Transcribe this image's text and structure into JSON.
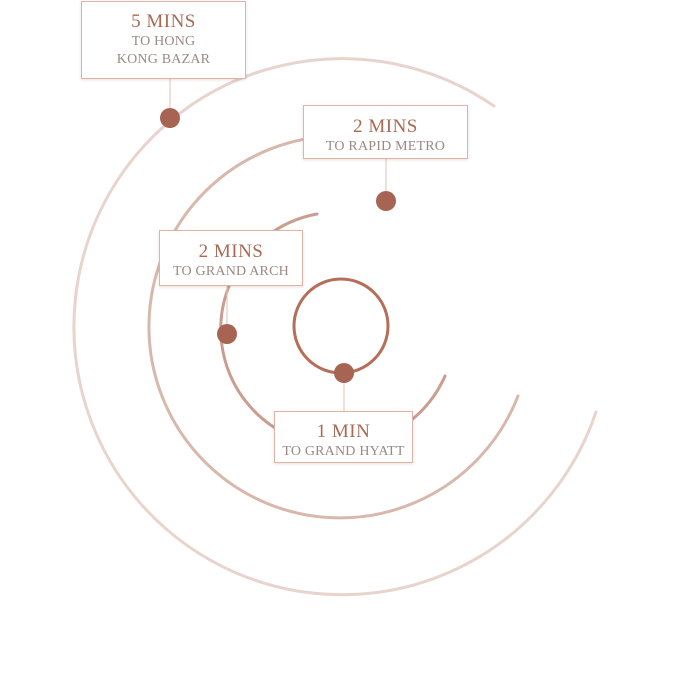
{
  "colors": {
    "outer_ring": "#e8d4cd",
    "second_ring": "#d8b8ac",
    "third_ring": "#c99d8f",
    "inner_ring": "#b56e58",
    "marker": "#a86452",
    "box_border": "#e0b4a4",
    "time_text": "#a86a55",
    "dest_text": "#9a8a84"
  },
  "destinations": [
    {
      "time": "5 MINS",
      "dest_line1": "TO HONG",
      "dest_line2": "KONG BAZAR"
    },
    {
      "time": "2 MINS",
      "dest": "TO RAPID METRO"
    },
    {
      "time": "2 MINS",
      "dest": "TO GRAND ARCH"
    },
    {
      "time": "1 MIN",
      "dest": "TO GRAND HYATT"
    }
  ]
}
